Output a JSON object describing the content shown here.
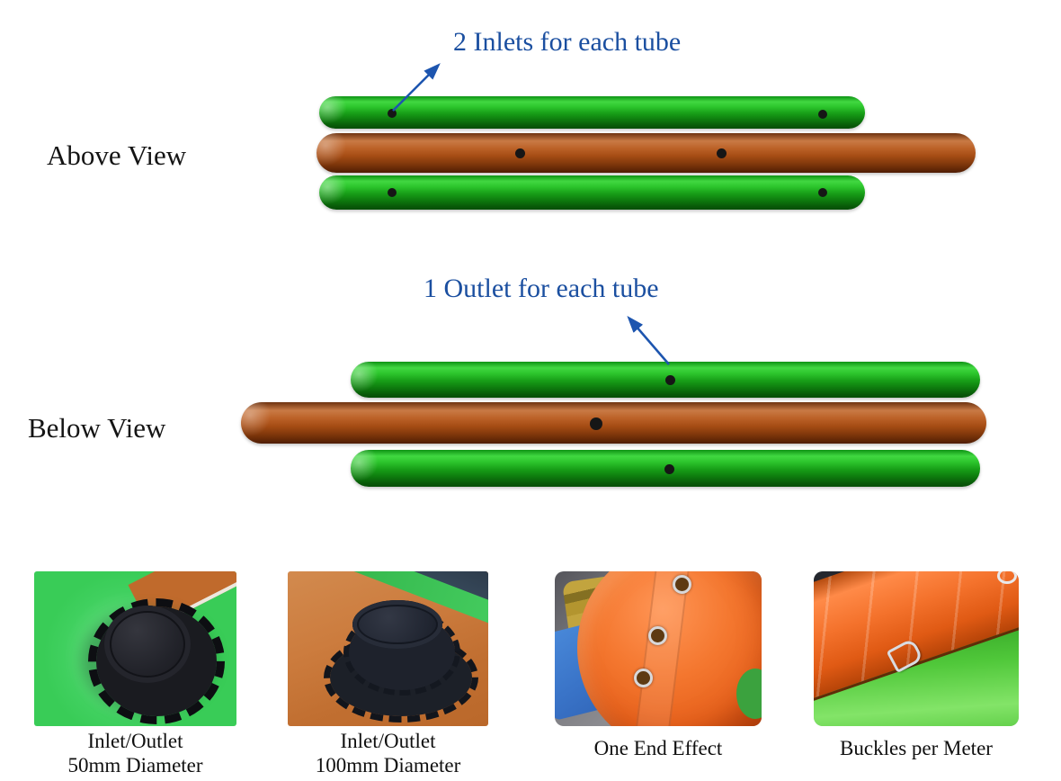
{
  "colors": {
    "callout_blue": "#1b4fa0",
    "arrow_blue": "#1d55af",
    "tube_green": "#25bb25",
    "tube_orange": "#b45a1e",
    "marker_dot": "#161616"
  },
  "above_view": {
    "label": "Above View",
    "callout": "2 Inlets for each tube"
  },
  "below_view": {
    "label": "Below View",
    "callout": "1 Outlet for each tube"
  },
  "gallery": [
    {
      "caption_line1": "Inlet/Outlet",
      "caption_line2": "50mm Diameter"
    },
    {
      "caption_line1": "Inlet/Outlet",
      "caption_line2": "100mm Diameter"
    },
    {
      "caption_line1": "One End Effect",
      "caption_line2": ""
    },
    {
      "caption_line1": "Buckles per Meter",
      "caption_line2": ""
    }
  ]
}
